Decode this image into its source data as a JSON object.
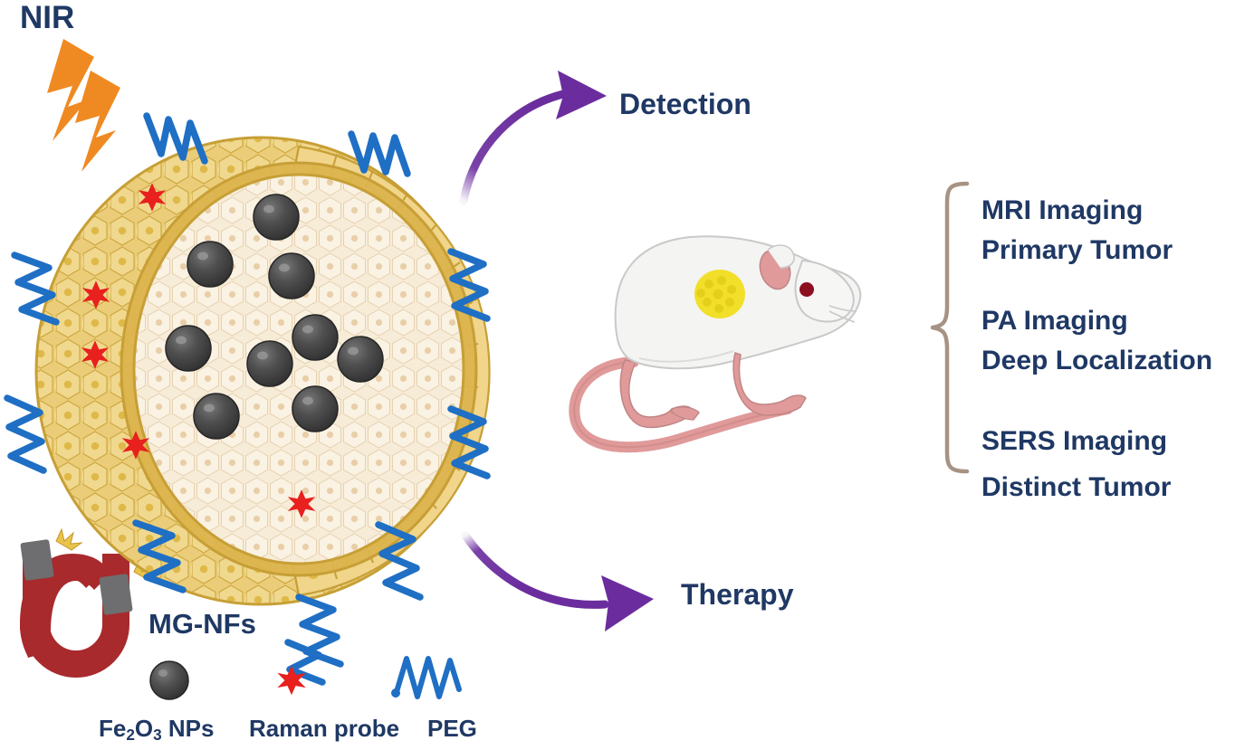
{
  "figure": {
    "kind": "scientific-schematic",
    "subject": "MG-NFs theranostic nanoparticle for tumor detection and therapy"
  },
  "stimulus": {
    "nir_label": "NIR",
    "nir_icon": "lightning-bolt-icon",
    "magnet_icon": "horseshoe-magnet-icon"
  },
  "nanoparticle": {
    "label": "MG-NFs",
    "core_icon": "nanoparticle-cutaway-icon",
    "shell_pattern": "honeycomb-cells",
    "iron_oxide_count": 9,
    "raman_star_count": 5,
    "peg_chain_count": 9
  },
  "arrows": [
    {
      "name": "detection-arrow",
      "label": "Detection"
    },
    {
      "name": "therapy-arrow",
      "label": "Therapy"
    }
  ],
  "animal": {
    "icon": "lab-mouse-icon",
    "tumor_icon": "tumor-spot-icon"
  },
  "outcomes": {
    "brace_icon": "curly-brace-icon",
    "groups": [
      {
        "modality": "MRI Imaging",
        "detail": "Primary Tumor"
      },
      {
        "modality": "PA Imaging",
        "detail": "Deep Localization"
      },
      {
        "modality": "SERS Imaging",
        "detail": "Distinct Tumor"
      }
    ]
  },
  "legend": {
    "items": [
      {
        "icon": "iron-oxide-sphere-icon",
        "label_html": "Fe<sub>2</sub>O<sub>3</sub> NPs",
        "label": "Fe2O3 NPs"
      },
      {
        "icon": "red-star-icon",
        "label_html": "Raman probe",
        "label": "Raman probe"
      },
      {
        "icon": "peg-coil-icon",
        "label_html": "PEG",
        "label": "PEG"
      }
    ]
  },
  "colors": {
    "text_navy": "#1f3864",
    "nir_orange": "#ef8a22",
    "arrow_purple": "#6b2d9e",
    "peg_blue": "#1f6fc4",
    "raman_red": "#e8201e",
    "shell_gold": "#e8c263",
    "shell_gold_dark": "#d9aa3c",
    "core_cream": "#f5e8d2",
    "np_gray": "#4a4a4a",
    "brace_tan": "#a79383",
    "magnet_red": "#a82a2c",
    "magnet_gray": "#6e6e70",
    "mouse_white": "#f4f4f3",
    "mouse_pink": "#e4a0a0",
    "tumor_yellow": "#f2df2a",
    "eye_red": "#8b1020"
  }
}
